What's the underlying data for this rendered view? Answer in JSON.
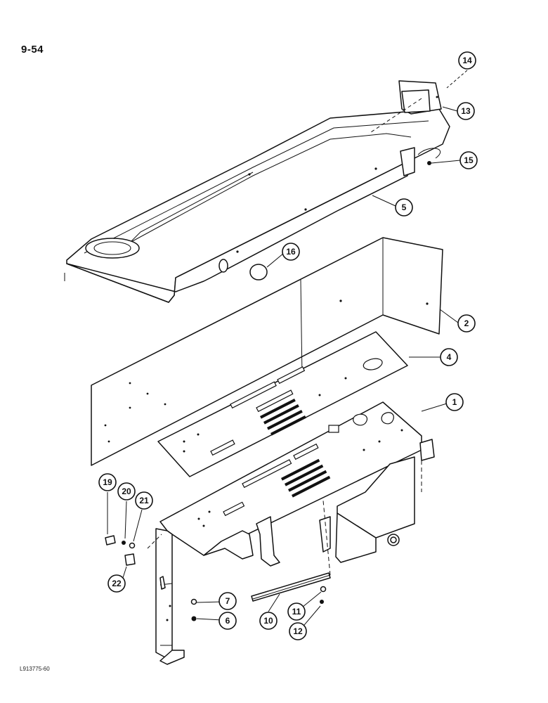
{
  "page_number": "9-54",
  "figure_code": "L913775-60",
  "callouts": [
    "14",
    "13",
    "15",
    "5",
    "16",
    "2",
    "4",
    "1",
    "19",
    "20",
    "21",
    "22",
    "7",
    "6",
    "10",
    "11",
    "12"
  ]
}
